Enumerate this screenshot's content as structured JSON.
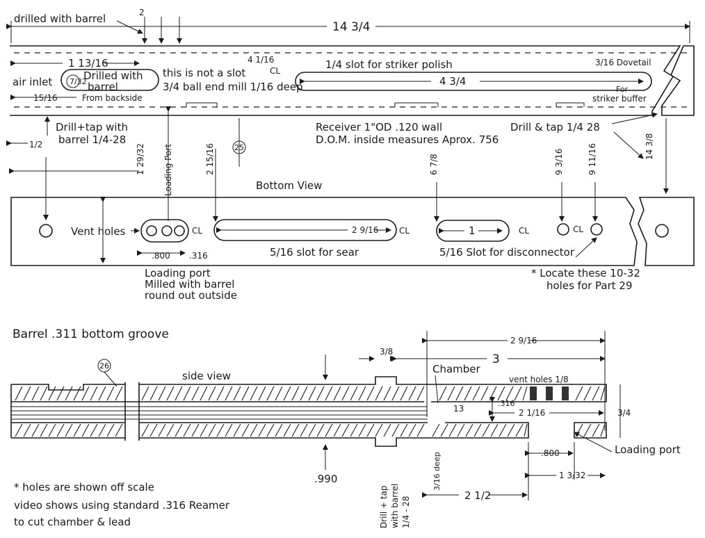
{
  "top": {
    "drilled_with_barrel": "drilled with barrel",
    "dim_14_3_4": "14 3/4",
    "dim_1_13_16": "1 13/16",
    "air_inlet": "air inlet",
    "drilled_with_barrel2": "Drilled with",
    "barrel": "barrel",
    "part7": "7/32",
    "from_backside": "From backside",
    "not_slot_1": "this is not a slot",
    "not_slot_2": "3/4 ball end mill 1/16 deep",
    "dim_4_1_16": "4 1/16",
    "cl1": "CL",
    "slot_striker": "1/4 slot for striker polish",
    "dim_4_3_4": "4 3/4",
    "dovetail": "3/16 Dovetail",
    "for_striker_1": "For",
    "for_striker_2": "striker buffer",
    "dim_15_16": "15/16",
    "drill_tap_1": "Drill+tap with",
    "drill_tap_2": "barrel 1/4-28",
    "half": "1/2",
    "receiver_1": "Receiver 1\"OD .120 wall",
    "receiver_2": "D.O.M. inside measures Aprox. 756",
    "drill_tap_right": "Drill & tap 1/4 28",
    "dim_14_3_8": "14 3/8",
    "dim_2": "2"
  },
  "bottom_view": {
    "title": "Bottom View",
    "loading_port_v": "Loading Port",
    "part25": "25",
    "dim_1_29_32": "1 29/32",
    "dim_2_15_16": "2 15/16",
    "dim_6_7_8": "6 7/8",
    "dim_9_3_16": "9 3/16",
    "dim_9_11_16": "9 11/16",
    "vent_holes": "Vent holes",
    "cl": "CL",
    "dim_800": ".800",
    "dim_316": ".316",
    "dim_2_9_16": "2 9/16",
    "slot_sear": "5/16 slot for sear",
    "dim_1": "1",
    "slot_disconnector": "5/16 Slot for disconnector",
    "locate_1": "* Locate these 10-32",
    "locate_2": "holes for Part 29",
    "port_1": "Loading port",
    "port_2": "Milled with barrel",
    "port_3": "round out outside"
  },
  "barrel": {
    "title": "Barrel .311 bottom groove",
    "part26": "26",
    "side_view": "side view",
    "dim_3_8": "3/8",
    "dim_3": "3",
    "dim_2_9_16": "2 9/16",
    "chamber": "Chamber",
    "vent_holes": "vent holes 1/8",
    "part13": "13",
    "dim_316": ".316",
    "dim_2_1_16": "2 1/16",
    "dim_3_4": "3/4",
    "loading_port": "Loading port",
    "dim_800": ".800",
    "dim_1_3_32": "1 3/32",
    "dim_990": ".990",
    "drill_tap_v1": "Drill + tap",
    "drill_tap_v2": "with barrel",
    "drill_tap_v3": "1/4 - 28",
    "deep": "3/16 deep",
    "dim_2_1_2": "2 1/2",
    "note_1": "* holes are shown off scale",
    "note_2": "video shows using standard .316 Reamer",
    "note_3": "to cut chamber & lead"
  }
}
